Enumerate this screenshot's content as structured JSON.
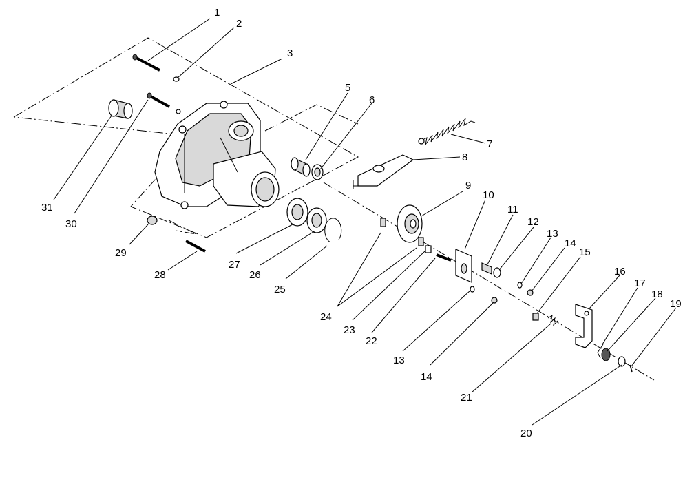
{
  "callouts": [
    {
      "id": "c1",
      "label": "1"
    },
    {
      "id": "c2",
      "label": "2"
    },
    {
      "id": "c3",
      "label": "3"
    },
    {
      "id": "c5",
      "label": "5"
    },
    {
      "id": "c6",
      "label": "6"
    },
    {
      "id": "c7",
      "label": "7"
    },
    {
      "id": "c8",
      "label": "8"
    },
    {
      "id": "c9",
      "label": "9"
    },
    {
      "id": "c10",
      "label": "10"
    },
    {
      "id": "c11",
      "label": "11"
    },
    {
      "id": "c12",
      "label": "12"
    },
    {
      "id": "c13a",
      "label": "13"
    },
    {
      "id": "c14a",
      "label": "14"
    },
    {
      "id": "c15",
      "label": "15"
    },
    {
      "id": "c16",
      "label": "16"
    },
    {
      "id": "c17",
      "label": "17"
    },
    {
      "id": "c18",
      "label": "18"
    },
    {
      "id": "c19",
      "label": "19"
    },
    {
      "id": "c20",
      "label": "20"
    },
    {
      "id": "c21",
      "label": "21"
    },
    {
      "id": "c22",
      "label": "22"
    },
    {
      "id": "c23",
      "label": "23"
    },
    {
      "id": "c24",
      "label": "24"
    },
    {
      "id": "c25",
      "label": "25"
    },
    {
      "id": "c26",
      "label": "26"
    },
    {
      "id": "c27",
      "label": "27"
    },
    {
      "id": "c28",
      "label": "28"
    },
    {
      "id": "c29",
      "label": "29"
    },
    {
      "id": "c30",
      "label": "30"
    },
    {
      "id": "c31",
      "label": "31"
    },
    {
      "id": "c13b",
      "label": "13"
    },
    {
      "id": "c14b",
      "label": "14"
    }
  ]
}
